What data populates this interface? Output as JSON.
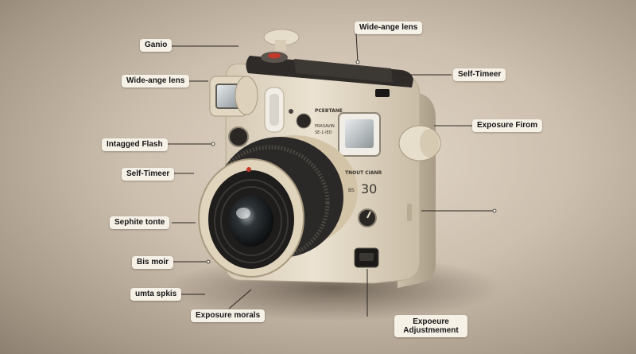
{
  "labels": {
    "ganio": "Ganio",
    "wide_angle_lens_top": "Wide-ange lens",
    "wide_angle_lens_left": "Wide-ange lens",
    "self_timer_right": "Self-Timeer",
    "exposure_firom": "Exposure Firom",
    "integrated_flash": "Intagged Flash",
    "self_timer_left": "Self-Timeer",
    "sephite_tonte": "Sephite tonte",
    "bis_moir": "Bis moir",
    "umta_spkis": "umta spkis",
    "exposure_morals": "Exposure morals",
    "exposure_adjustment": "Expoeure Adjustmement"
  },
  "camera_text": {
    "brand": "PCEBTANE",
    "model_line_1": "PRASAVIN",
    "model_line_2": "SE-1-IED",
    "counter_label": "TNOUT CIANR",
    "counter_prefix": "BS",
    "counter_number": "30"
  },
  "colors": {
    "body": "#e4dac7",
    "top_plate": "#2e2b28",
    "lens_black": "#1e1d1c",
    "shutter_accent": "#c23a2a",
    "label_bg": "#f6f1e7"
  }
}
